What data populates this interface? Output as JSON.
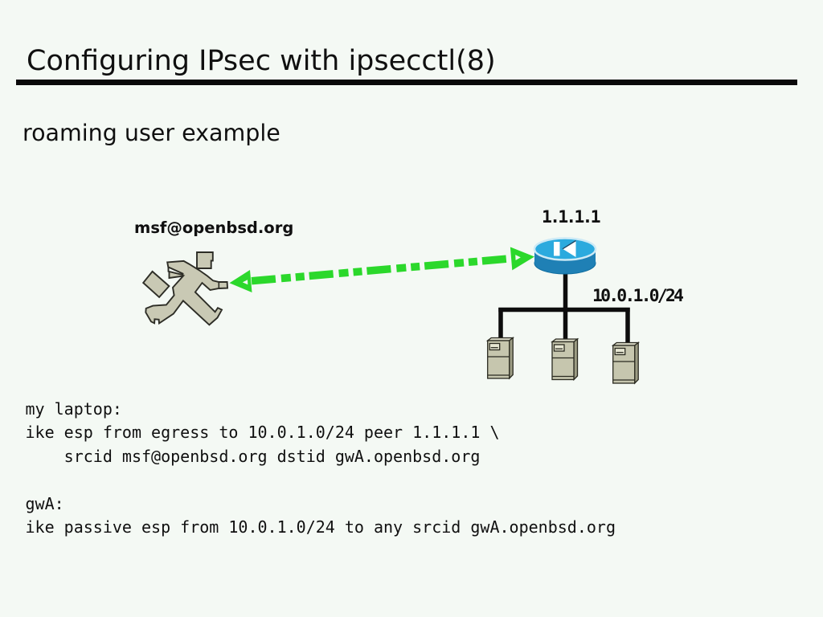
{
  "slide": {
    "title": "Configuring IPsec with ipsecctl(8)",
    "subtitle": "roaming user example"
  },
  "diagram": {
    "roaming_user_label": "msf@openbsd.org",
    "gateway_ip": "1.1.1.1",
    "network_cidr": "10.0.1.0/24",
    "colors": {
      "background": "#f4f9f4",
      "arrow_green": "#2bd82b",
      "router_top": "#2baade",
      "router_side": "#1f80b5",
      "router_rim": "#cdeaf6",
      "figure_fill": "#c9c9b4",
      "server_front": "#c6c6ae",
      "server_top": "#d9d9c6",
      "server_side": "#9d9d85",
      "server_panel": "#e6e6d2",
      "cable": "#0d0d0d"
    }
  },
  "code": {
    "lines": [
      "my laptop:",
      "ike esp from egress to 10.0.1.0/24 peer 1.1.1.1 \\",
      "    srcid msf@openbsd.org dstid gwA.openbsd.org",
      "",
      "gwA:",
      "ike passive esp from 10.0.1.0/24 to any srcid gwA.openbsd.org"
    ]
  }
}
